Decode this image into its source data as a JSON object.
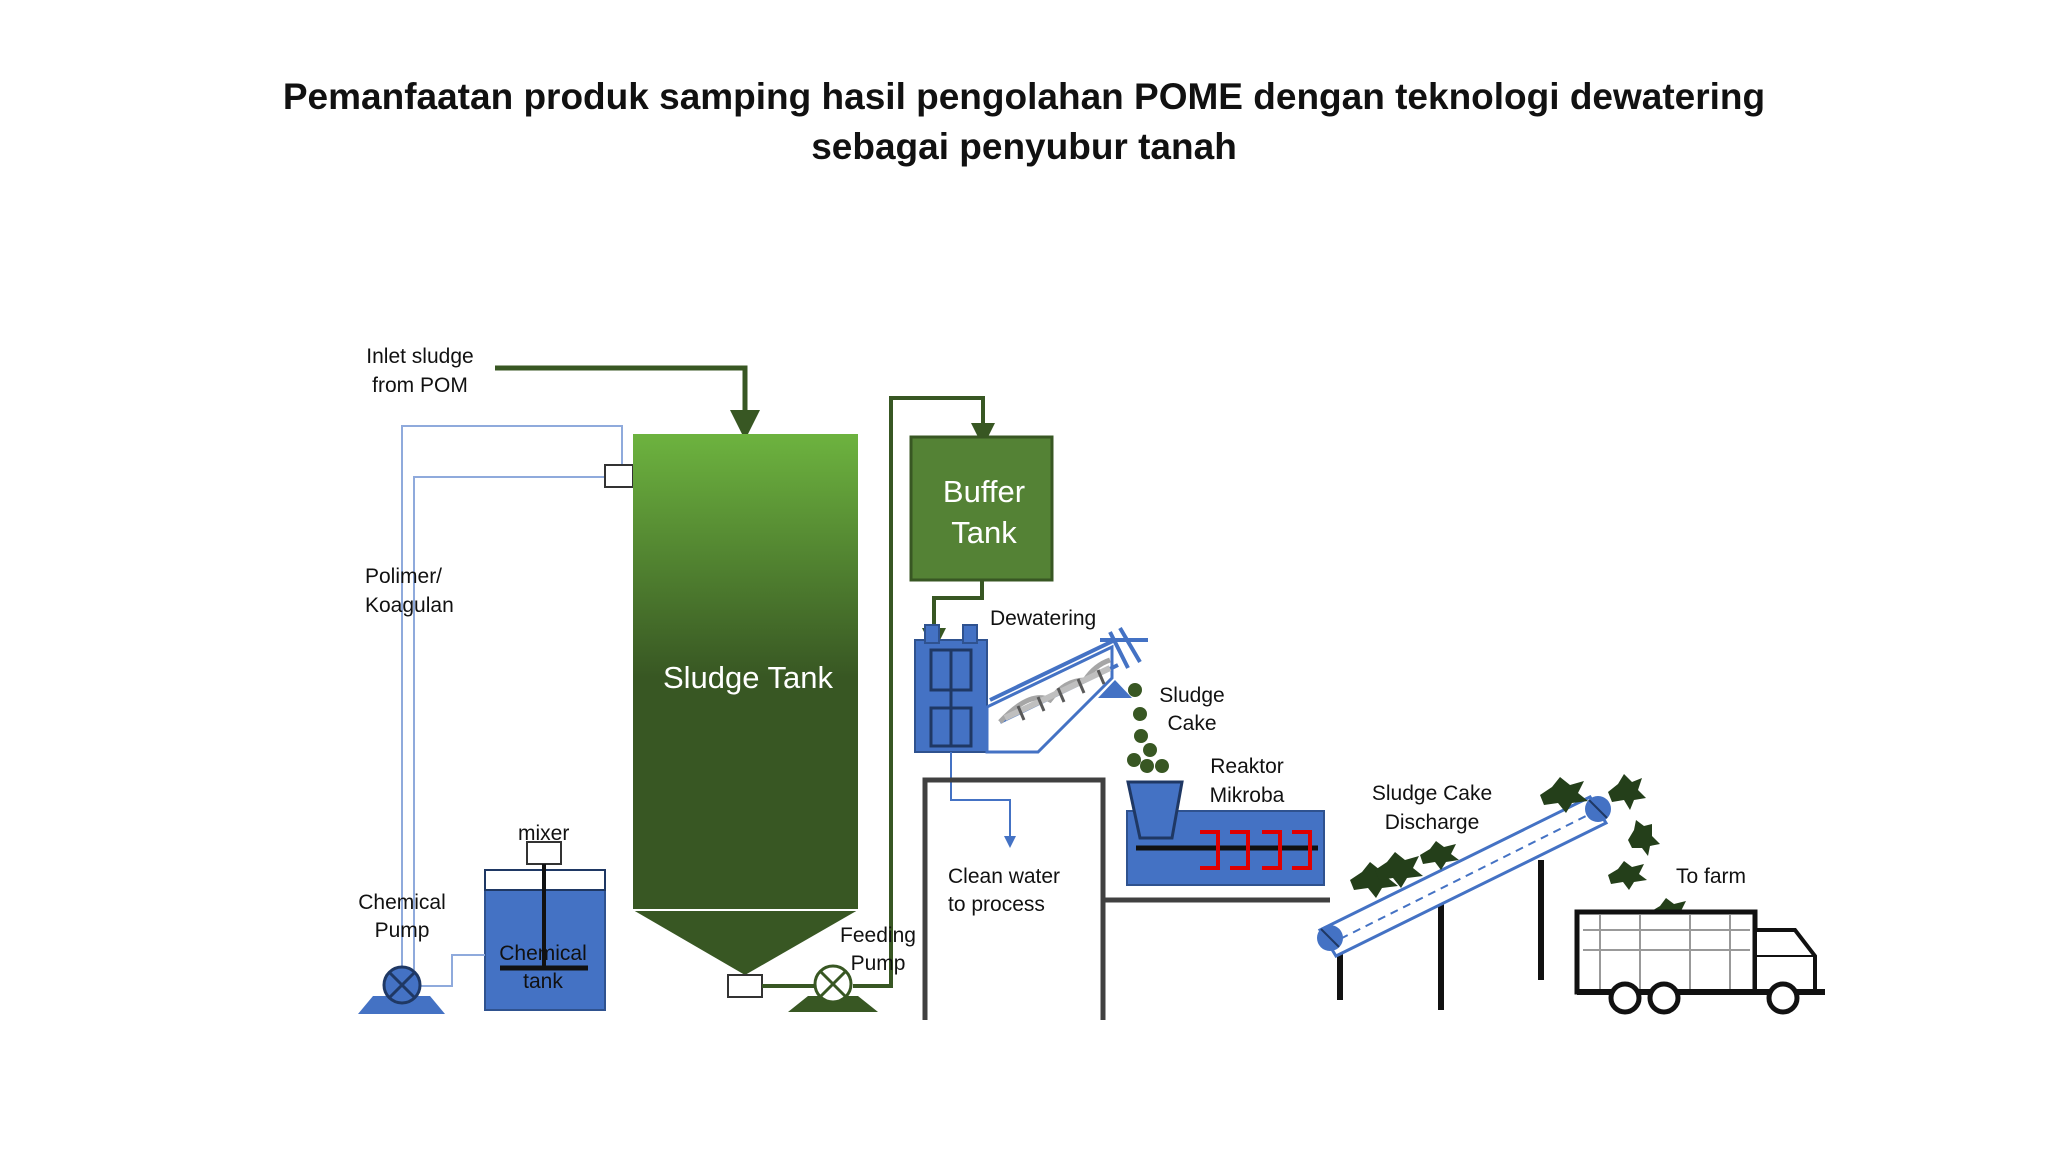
{
  "title": {
    "line1": "Pemanfaatan produk samping hasil pengolahan POME  dengan teknologi dewatering",
    "line2": "sebagai penyubur tanah"
  },
  "labels": {
    "inlet_1": "Inlet sludge",
    "inlet_2": "from POM",
    "polimer_1": "Polimer/",
    "polimer_2": "Koagulan",
    "sludge_tank": "Sludge Tank",
    "buffer_1": "Buffer",
    "buffer_2": "Tank",
    "dewatering": "Dewatering",
    "sludge_cake_1": "Sludge",
    "sludge_cake_2": "Cake",
    "reaktor_1": "Reaktor",
    "reaktor_2": "Mikroba",
    "discharge_1": "Sludge Cake",
    "discharge_2": "Discharge",
    "to_farm": "To farm",
    "clean_water_1": "Clean water",
    "clean_water_2": "to process",
    "mixer": "mixer",
    "chem_pump_1": "Chemical",
    "chem_pump_2": "Pump",
    "chem_tank_1": "Chemical",
    "chem_tank_2": "tank",
    "feeding_1": "Feeding",
    "feeding_2": "Pump"
  },
  "colors": {
    "sludge_green_top": "#6db33f",
    "sludge_green_bottom": "#385723",
    "buffer_green": "#548235",
    "pipe_green": "#385723",
    "equipment_blue": "#4472c4",
    "pipe_blue": "#8faadc",
    "structure_dark": "#404040",
    "heater_red": "#e00000"
  }
}
